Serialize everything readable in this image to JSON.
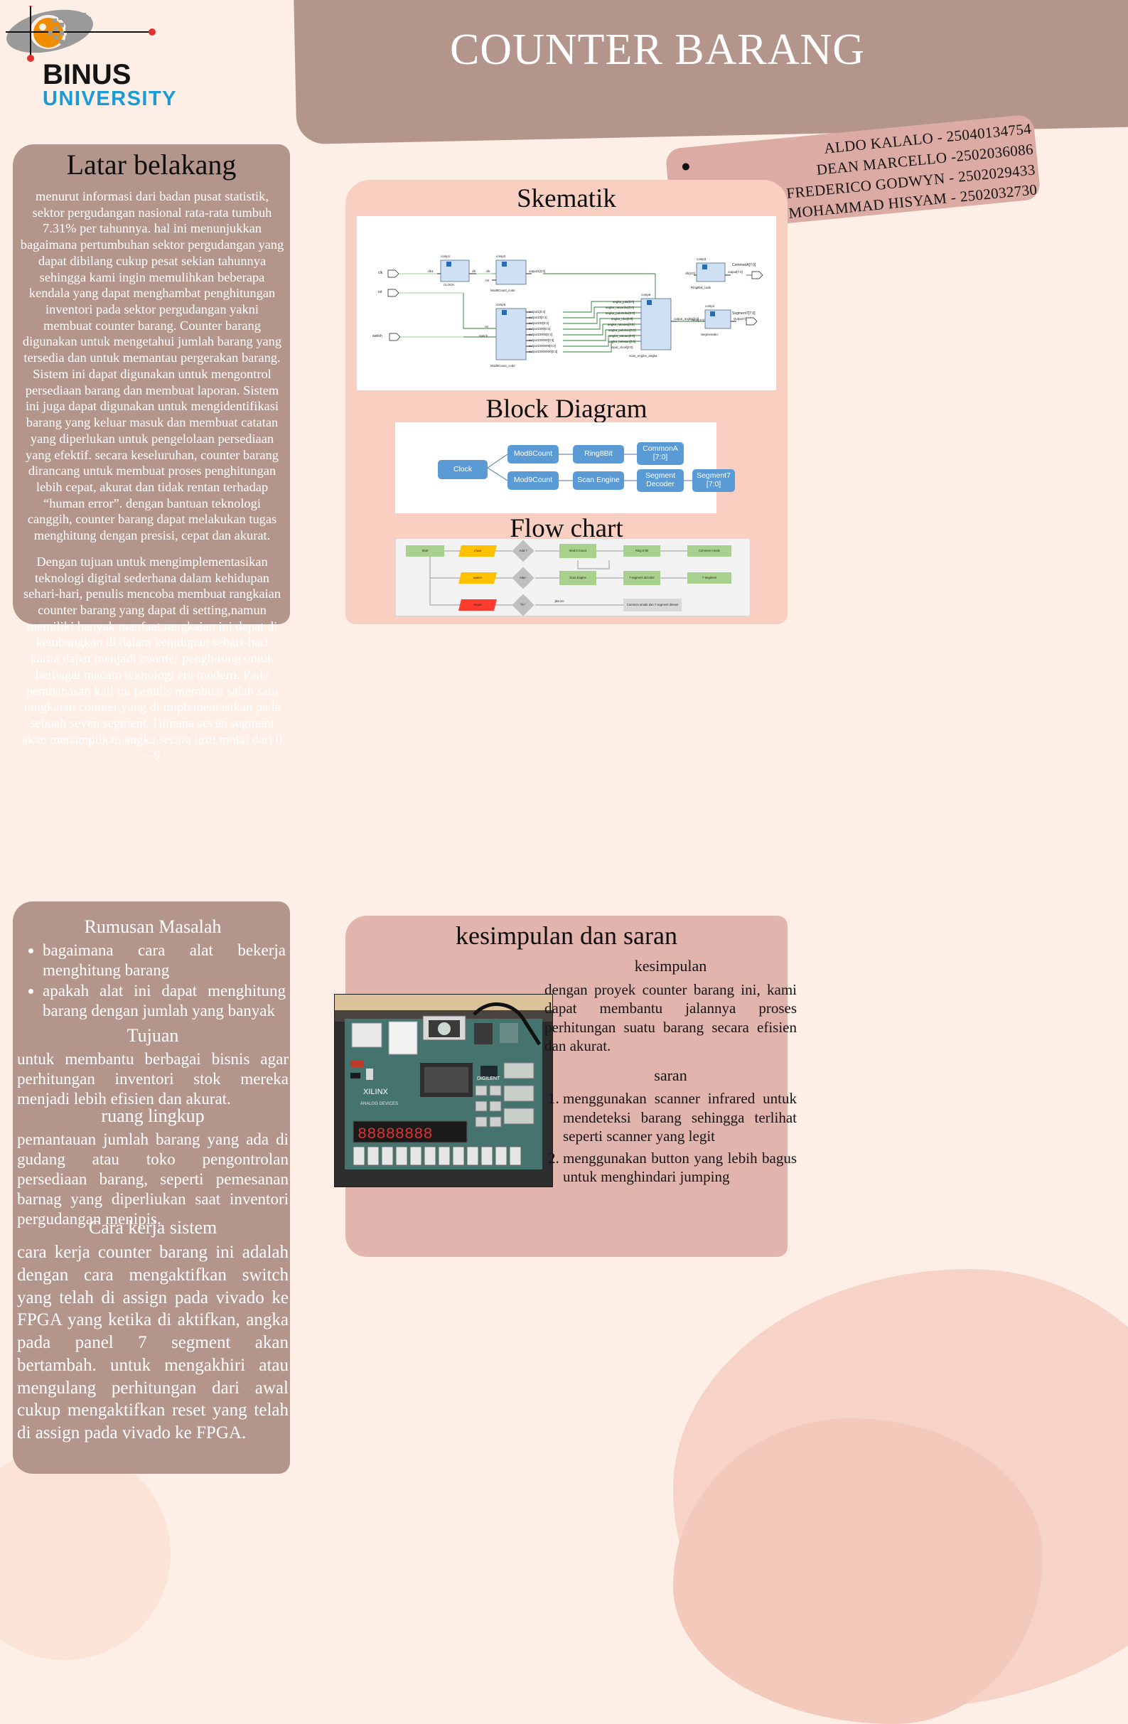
{
  "logo": {
    "name": "BINUS",
    "sub": "UNIVERSITY"
  },
  "title": "COUNTER BARANG",
  "authors": {
    "lines": [
      "ALDO KALALO -  25040134754",
      "DEAN MARCELLO -2502036086",
      "FREDERICO GODWYN - 2502029433",
      "MOHAMMAD HISYAM - 2502032730"
    ]
  },
  "latar": {
    "heading": "Latar belakang",
    "p1": "menurut informasi dari badan pusat statistik, sektor pergudangan nasional rata-rata tumbuh 7.31% per tahunnya. hal ini menunjukkan bagaimana pertumbuhan sektor pergudangan yang dapat dibilang cukup pesat sekian tahunnya sehingga kami ingin memulihkan beberapa kendala yang dapat menghambat penghitungan inventori pada sektor pergudangan yakni membuat counter barang. Counter barang digunakan untuk mengetahui jumlah barang yang tersedia dan untuk memantau pergerakan barang. Sistem ini dapat digunakan untuk mengontrol persediaan barang dan membuat laporan. Sistem ini juga dapat digunakan untuk mengidentifikasi barang yang keluar masuk dan membuat catatan yang diperlukan untuk pengelolaan persediaan yang efektif. secara keseluruhan, counter barang dirancang untuk membuat proses penghitungan lebih cepat, akurat dan tidak rentan terhadap “human error”. dengan bantuan teknologi canggih, counter barang dapat melakukan tugas menghitung dengan presisi, cepat dan akurat.",
    "p2": "Dengan tujuan untuk mengimplementasikan teknologi digital sederhana dalam kehidupan sehari-hari, penulis mencoba membuat rangkaian counter barang yang dapat di setting,namun memiliki banyak manfaat,rangkaian ini dapat di kembangkan di dalam kehidupan sehari-hari karna dapat menjadi counter penghitung untuk berbagai macam teknologi era modern. Pada pembahasan kali ini penulis membuat salah satu rangkaian counter yang di implementasikan pada sebuah seven segment. Dimana seven segment akan menampilkan angka secara urut mulai dari 0 – 9"
  },
  "rumusan": {
    "heading": "Rumusan Masalah",
    "items": [
      "bagaimana cara alat bekerja menghitung barang",
      "apakah alat ini dapat menghitung barang dengan jumlah yang banyak"
    ]
  },
  "tujuan": {
    "heading": "Tujuan",
    "text": "untuk membantu berbagai bisnis agar perhitungan inventori stok mereka menjadi lebih efisien dan akurat."
  },
  "ruang_lingkup": {
    "heading": "ruang lingkup",
    "text": "pemantauan jumlah barang yang ada di gudang atau toko pengontrolan persediaan barang, seperti pemesanan barnag yang diperliukan saat inventori pergudangan menipis."
  },
  "cara_kerja": {
    "heading": "Cara kerja sistem",
    "text": "cara kerja counter barang ini adalah dengan cara mengaktifkan switch yang telah di assign pada vivado ke FPGA yang ketika di aktifkan, angka pada panel 7 segment akan bertambah. untuk mengakhiri atau mengulang perhitungan dari awal cukup mengaktifkan reset yang telah di assign pada vivado ke FPGA."
  },
  "skematik": {
    "heading": "Skematik",
    "ports": {
      "clk": "clk",
      "rst": "rst",
      "switch": "switch",
      "out_a": "CommonA[7:0]",
      "out_seg": "Segment7[7:0]"
    },
    "blocks": [
      {
        "name": "comp1",
        "label": "CLOCK"
      },
      {
        "name": "comp2",
        "label": "Mod8Count_code"
      },
      {
        "name": "comp5",
        "label": "Mod9Count_code"
      },
      {
        "name": "comp6",
        "label": "scan_engine_angka"
      },
      {
        "name": "comp3",
        "label": "Ring8bit_code"
      },
      {
        "name": "comp4",
        "label": "Segmentdec"
      }
    ],
    "pins": {
      "clk1": "clk1",
      "clk": "clk",
      "rst": "rst",
      "switch": "switch",
      "output1": "output1[3:0]",
      "mod9_outputs": [
        "output1[0:3]",
        "output10[0:3]",
        "output100[0:3]",
        "output1000[0:3]",
        "output10000[0:3]",
        "output100000[0:3]",
        "output1000000[0:3]",
        "output10000000[0:3]"
      ],
      "scan_inputs": [
        "angka_juta[3:0]",
        "angka_ratusribu[3:0]",
        "angka_puluhribu[3:0]",
        "angka_ribu[3:0]",
        "angka_ratusan[3:0]",
        "angka_puluhan[3:0]",
        "angka_satuan[3:0]",
        "angka_belasan[3:0]",
        "input_clock[3:0]"
      ],
      "scan_outputs": [
        "output_angka[3:0]",
        "Detak[3:0]"
      ],
      "ring_out": "output[7:0]",
      "seg_out": "Output7[7:0]",
      "clk_in": "clk[3:0]"
    }
  },
  "block_diagram": {
    "heading": "Block Diagram",
    "nodes": [
      {
        "id": "clock",
        "label": "Clock"
      },
      {
        "id": "mod8",
        "label": "Mod8Count"
      },
      {
        "id": "mod9",
        "label": "Mod9Count"
      },
      {
        "id": "ring8",
        "label": "Ring8Bit"
      },
      {
        "id": "scan",
        "label": "Scan Engine"
      },
      {
        "id": "commona",
        "label": "CommonA [7:0]"
      },
      {
        "id": "segdec",
        "label": "Segment Decoder"
      },
      {
        "id": "seg7",
        "label": "Segment7 [7:0]"
      }
    ]
  },
  "flow_chart": {
    "heading": "Flow chart",
    "nodes": [
      "Start",
      "Clock",
      "Ada ?",
      "Mod 8 Count",
      "Ring 8 Bit",
      "Common Anode",
      "switch",
      "Ada !",
      "Scan Engine",
      "7 segment decoder",
      "7 Segment",
      "Reset",
      "Ya !",
      "jika izo",
      "Common anode dan 7 segment direset"
    ]
  },
  "kesimpulan": {
    "heading": "kesimpulan dan saran",
    "sub_kesimpulan": "kesimpulan",
    "kesimpulan_text": "dengan proyek counter barang ini, kami dapat membantu jalannya proses perhitungan suatu barang secara efisien dan akurat.",
    "sub_saran": "saran",
    "saran_items": [
      "menggunakan scanner infrared untuk mendeteksi barang sehingga terlihat seperti scanner yang legit",
      "menggunakan button yang lebih bagus untuk menghindari jumping"
    ]
  },
  "photo": {
    "alt": "FPGA Nexys 4 board with seven segment display",
    "brand": "XILINX",
    "vendor": "DIGILENT",
    "chip": "ANALOG DEVICES",
    "seg": "88888888"
  },
  "colors": {
    "page_bg": "#fdeee6",
    "mauve": "#b4958c",
    "salmon": "#f9cfc2",
    "rose": "#e2b4ae",
    "cream": "#fbe3d7",
    "binus_blue": "#1a9ad7",
    "binus_orange": "#f08c00",
    "node_blue": "#5b9bd5"
  }
}
